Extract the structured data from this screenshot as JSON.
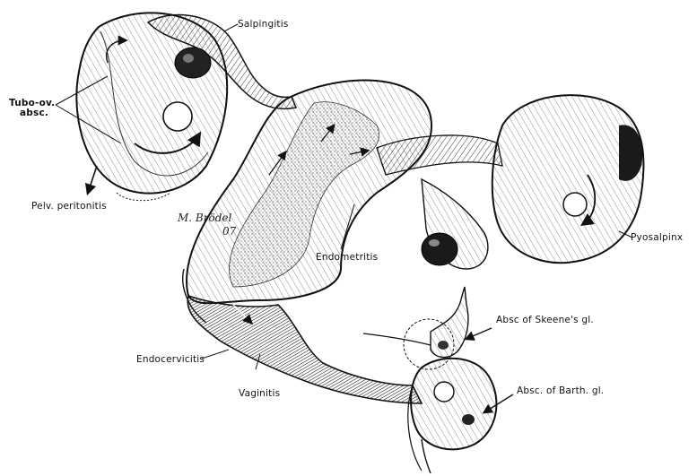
{
  "labels": {
    "salpingitis": "Salpingitis",
    "tubo_ov_1": "Tubo-ov.",
    "tubo_ov_2": "absc.",
    "pelv_peritonitis": "Pelv. peritonitis",
    "endometritis": "Endometritis",
    "pyosalpinx": "Pyosalpinx",
    "endocervicitis": "Endocervicitis",
    "vaginitis": "Vaginitis",
    "absc_skeenes": "Absc of Skeene's gl.",
    "absc_barth": "Absc. of Barth. gl."
  },
  "signature": {
    "name": "M. Brödel",
    "year": "07"
  }
}
